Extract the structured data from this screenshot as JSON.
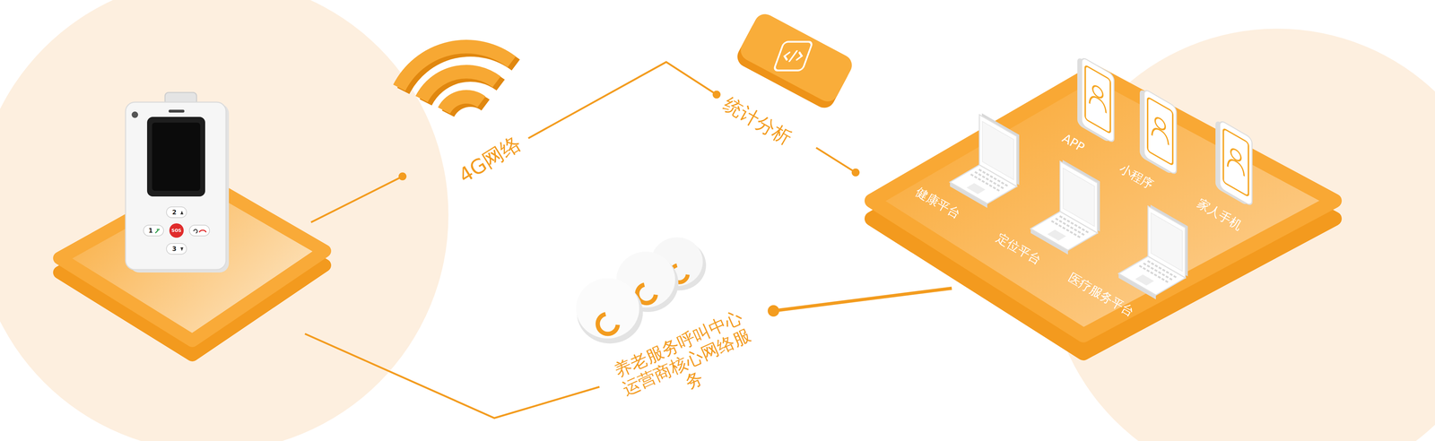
{
  "diagram": {
    "nodes": [
      {
        "text": [
          "4G网络"
        ]
      },
      {
        "text": [
          "统计分析"
        ]
      },
      {
        "text": [
          "APP"
        ]
      },
      {
        "text": [
          "小程序"
        ]
      },
      {
        "text": [
          "家人手机"
        ]
      },
      {
        "text": [
          "健康平台"
        ]
      },
      {
        "text": [
          "定位平台"
        ]
      },
      {
        "text": [
          "医疗服务平台"
        ]
      },
      {
        "text": [
          "养老服务呼叫中心 运营商核心网络服务"
        ]
      }
    ],
    "edges": [
      {
        "from": 0,
        "to": 1,
        "arrow": "none"
      }
    ],
    "labels": [
      "2",
      "1",
      "SOS",
      "3"
    ]
  }
}
